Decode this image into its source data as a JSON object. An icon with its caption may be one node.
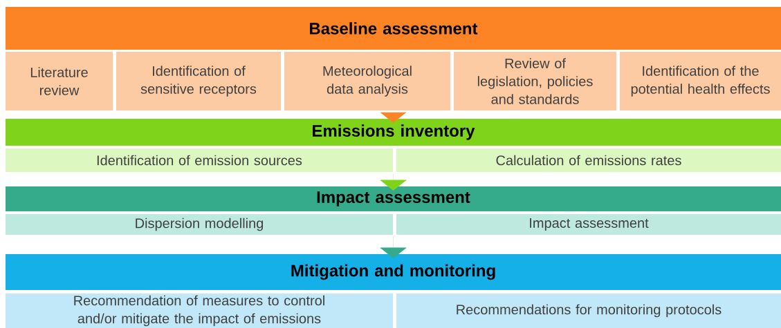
{
  "diagram": {
    "nodes": [
      {
        "text": [
          "Baseline  assessment"
        ]
      },
      {
        "text": [
          "Literature review"
        ]
      },
      {
        "text": [
          "Identification of sensitive receptors"
        ]
      },
      {
        "text": [
          "Meteorological data analysis"
        ]
      },
      {
        "text": [
          "Review of legislation, policies and standards"
        ]
      },
      {
        "text": [
          "Identification of the potential health effects"
        ]
      },
      {
        "text": [
          "Emissions inventory"
        ]
      },
      {
        "text": [
          "Identification of emission sources"
        ]
      },
      {
        "text": [
          "Calculation of emissions rates"
        ]
      },
      {
        "text": [
          "Impact assessment"
        ]
      },
      {
        "text": [
          "Dispersion modelling"
        ]
      },
      {
        "text": [
          "Impact assessment"
        ]
      },
      {
        "text": [
          "Mitigation and monitoring"
        ]
      },
      {
        "text": [
          "Recommendation of measures to control and/or mitigate the impact of emissions"
        ]
      },
      {
        "text": [
          "Recommendations for monitoring protocols"
        ]
      }
    ],
    "edges": [
      {
        "from": 3,
        "to": 6,
        "arrow": "to",
        "color": "#fd8424"
      },
      {
        "from": 7,
        "to": 9,
        "arrow": "to",
        "color": "#7fd41b"
      },
      {
        "from": 8,
        "to": 9,
        "arrow": "to",
        "color": "#7fd41b"
      },
      {
        "from": 10,
        "to": 12,
        "arrow": "to",
        "color": "#35ab8c"
      },
      {
        "from": 11,
        "to": 12,
        "arrow": "to",
        "color": "#35ab8c"
      }
    ]
  }
}
